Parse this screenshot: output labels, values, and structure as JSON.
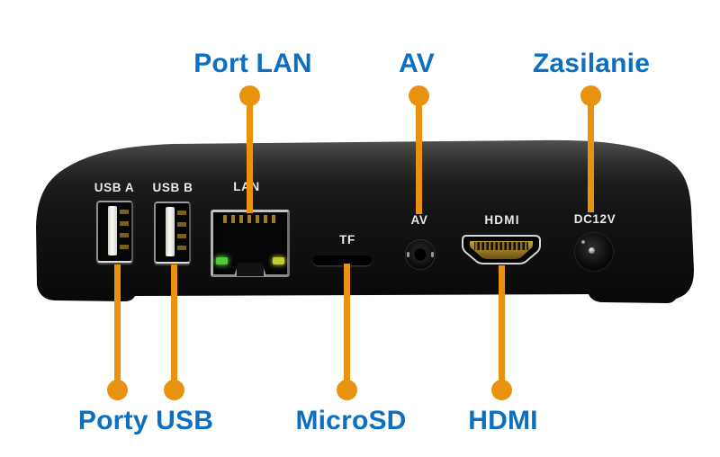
{
  "colors": {
    "label_blue": "#0c6fc0",
    "callout_orange": "#e8920f",
    "device_body": "#141414",
    "lan_led_green": "#55c838",
    "lan_led_yellow": "#c3cc2e"
  },
  "callouts": {
    "top": [
      {
        "id": "port-lan",
        "label": "Port LAN"
      },
      {
        "id": "av",
        "label": "AV"
      },
      {
        "id": "zasilanie",
        "label": "Zasilanie"
      }
    ],
    "bottom": [
      {
        "id": "porty-usb",
        "label": "Porty USB"
      },
      {
        "id": "microsd",
        "label": "MicroSD"
      },
      {
        "id": "hdmi",
        "label": "HDMI"
      }
    ]
  },
  "device": {
    "type": "tv-box-rear-panel",
    "ports": {
      "usb_a": "USB A",
      "usb_b": "USB B",
      "lan": "LAN",
      "tf": "TF",
      "av": "AV",
      "hdmi": "HDMI",
      "dc": "DC12V"
    }
  }
}
